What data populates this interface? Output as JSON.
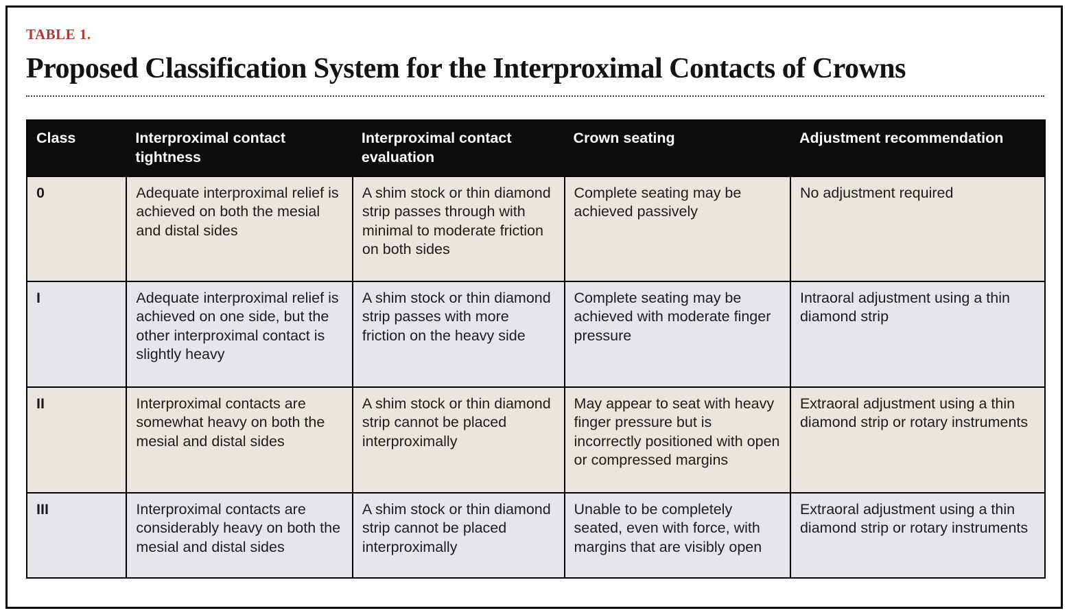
{
  "page": {
    "eyebrow": "TABLE 1.",
    "title": "Proposed Classification System for the Interproximal Contacts of Crowns"
  },
  "colors": {
    "accent_red": "#b5352f",
    "header_bg": "#0c0c0c",
    "header_text": "#ffffff",
    "row_cream_bg": "#eae6df",
    "row_gray_bg": "#e4e6e9",
    "body_text": "#1c1c1c",
    "frame_border": "#000000"
  },
  "table": {
    "columns": [
      "Class",
      "Interproximal contact tightness",
      "Interproximal contact evaluation",
      "Crown seating",
      "Adjustment recommendation"
    ],
    "rows": [
      {
        "class": "0",
        "tightness": "Adequate interproximal relief is achieved on both the mesial and distal sides",
        "evaluation": "A shim stock or thin diamond strip passes through with minimal to moderate friction on both sides",
        "seating": "Complete seating may be achieved passively",
        "adjustment": "No adjustment required"
      },
      {
        "class": "I",
        "tightness": "Adequate interproximal relief is achieved on one side, but the other interproximal contact is slightly heavy",
        "evaluation": "A shim stock or thin diamond strip passes with more friction on the heavy side",
        "seating": "Complete seating may be achieved with moderate finger pressure",
        "adjustment": "Intraoral adjustment using a thin diamond strip"
      },
      {
        "class": "II",
        "tightness": "Interproximal contacts are somewhat heavy on both the mesial and distal sides",
        "evaluation": "A shim stock or thin diamond strip cannot be placed interproximally",
        "seating": "May appear to seat with heavy finger pressure but is incorrectly positioned with open or compressed margins",
        "adjustment": "Extraoral adjustment using a thin diamond strip or rotary instruments"
      },
      {
        "class": "III",
        "tightness": "Interproximal contacts are considerably heavy on both the mesial and distal sides",
        "evaluation": "A shim stock or thin diamond strip cannot be placed interproximally",
        "seating": "Unable to be completely seated, even with force, with margins that are visibly open",
        "adjustment": "Extraoral adjustment using a thin diamond strip or rotary instruments"
      }
    ]
  }
}
